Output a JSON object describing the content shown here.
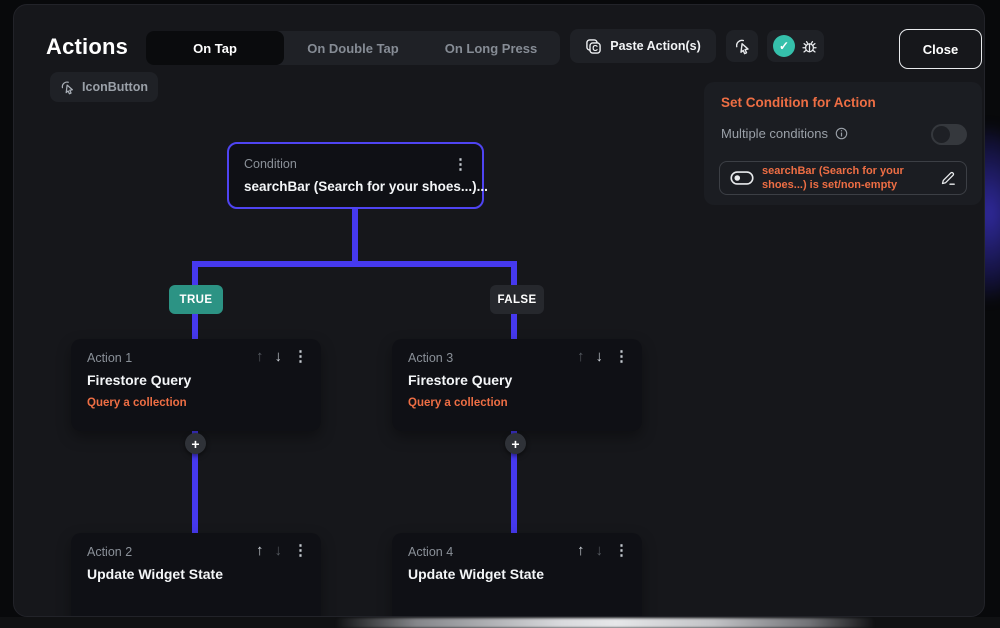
{
  "window": {
    "title": "Actions",
    "close_label": "Close"
  },
  "toolbar": {
    "tabs": [
      {
        "label": "On Tap",
        "active": true
      },
      {
        "label": "On Double Tap",
        "active": false
      },
      {
        "label": "On Long Press",
        "active": false
      }
    ],
    "paste_button_label": "Paste Action(s)",
    "widget_chip_label": "IconButton"
  },
  "condition_panel": {
    "title": "Set Condition for Action",
    "multiple_conditions_label": "Multiple conditions",
    "toggle_state": "off",
    "condition_text": "searchBar (Search for your shoes...) is set/non-empty"
  },
  "flow": {
    "condition_node": {
      "label": "Condition",
      "value": "searchBar (Search for your shoes...)..."
    },
    "true_label": "TRUE",
    "false_label": "FALSE",
    "actions": [
      {
        "label": "Action 1",
        "title": "Firestore Query",
        "subtitle": "Query a collection"
      },
      {
        "label": "Action 2",
        "title": "Update Widget State",
        "subtitle": ""
      },
      {
        "label": "Action 3",
        "title": "Firestore Query",
        "subtitle": "Query a collection"
      },
      {
        "label": "Action 4",
        "title": "Update Widget State",
        "subtitle": ""
      }
    ]
  },
  "icons": {
    "up_arrow": "↑",
    "down_arrow": "↓",
    "kebab": "⋮",
    "plus": "+",
    "check": "✓",
    "paste_letter": "C"
  },
  "colors": {
    "accent_orange": "#ee6e44",
    "accent_blue": "#4639ee",
    "true_teal": "#2c9384",
    "check_teal": "#35c0ab"
  }
}
